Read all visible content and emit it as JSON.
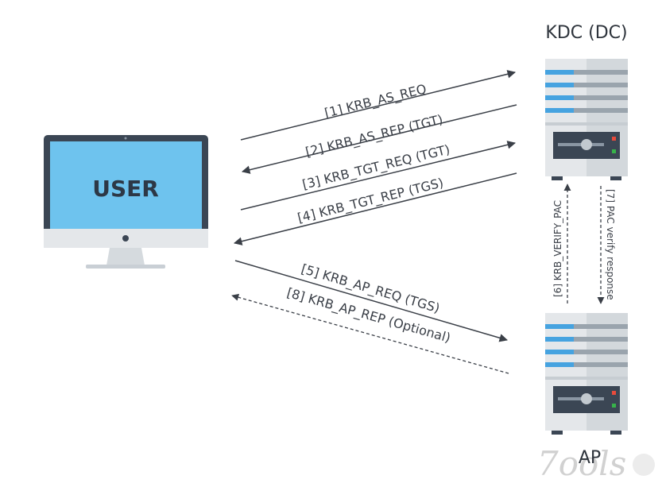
{
  "nodes": {
    "user": "USER",
    "kdc": "KDC (DC)",
    "ap": "AP"
  },
  "messages": [
    {
      "id": 1,
      "label": "[1] KRB_AS_REQ",
      "from": "USER",
      "to": "KDC (DC)",
      "style": "solid"
    },
    {
      "id": 2,
      "label": "[2] KRB_AS_REP (TGT)",
      "from": "KDC (DC)",
      "to": "USER",
      "style": "solid"
    },
    {
      "id": 3,
      "label": "[3] KRB_TGT_REQ (TGT)",
      "from": "USER",
      "to": "KDC (DC)",
      "style": "solid"
    },
    {
      "id": 4,
      "label": "[4] KRB_TGT_REP (TGS)",
      "from": "KDC (DC)",
      "to": "USER",
      "style": "solid"
    },
    {
      "id": 5,
      "label": "[5] KRB_AP_REQ (TGS)",
      "from": "USER",
      "to": "AP",
      "style": "solid"
    },
    {
      "id": 6,
      "label": "[6] KRB_VERIFY_PAC",
      "from": "AP",
      "to": "KDC (DC)",
      "style": "dashed"
    },
    {
      "id": 7,
      "label": "[7] PAC verify response",
      "from": "KDC (DC)",
      "to": "AP",
      "style": "dashed"
    },
    {
      "id": 8,
      "label": "[8] KRB_AP_REP (Optional)",
      "from": "AP",
      "to": "USER",
      "style": "dashed"
    }
  ],
  "watermark": "7ools",
  "colors": {
    "screen": "#6ec3ee",
    "monitor_frame": "#3b4654",
    "server_body": "#e4e7ea",
    "server_stripe_blue": "#46a3e0",
    "server_stripe_gray": "#9aa4ad",
    "server_panel": "#3b4654",
    "led_red": "#e84b3c",
    "led_green": "#37b34a",
    "arrow": "#3a3f47"
  }
}
